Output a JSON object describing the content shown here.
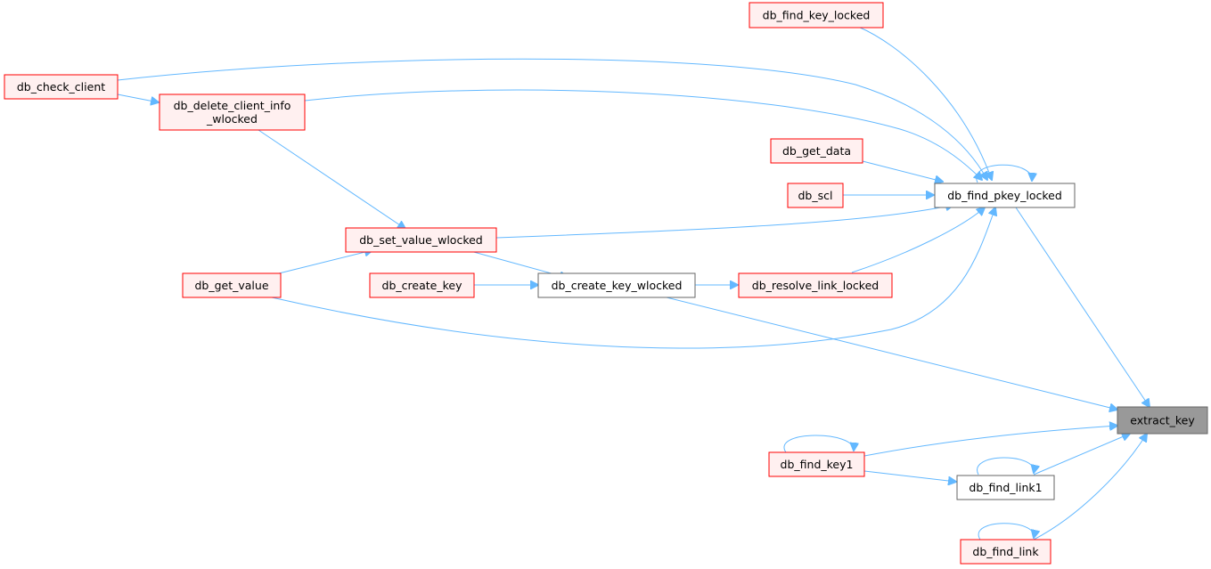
{
  "colors": {
    "edge": "#63b8ff",
    "red_border": "#ff0000",
    "red_fill": "#fff0f0",
    "gray_border": "#666666",
    "white_fill": "#ffffff",
    "root_fill": "#999999",
    "text": "#000000"
  },
  "nodes": [
    {
      "id": "extract_key",
      "lines": [
        "extract_key"
      ],
      "style": "root"
    },
    {
      "id": "db_find_key_locked",
      "lines": [
        "db_find_key_locked"
      ],
      "style": "red"
    },
    {
      "id": "db_check_client",
      "lines": [
        "db_check_client"
      ],
      "style": "red"
    },
    {
      "id": "db_delete_client_info_wlocked",
      "lines": [
        "db_delete_client_info",
        "_wlocked"
      ],
      "style": "red"
    },
    {
      "id": "db_get_data",
      "lines": [
        "db_get_data"
      ],
      "style": "red"
    },
    {
      "id": "db_scl",
      "lines": [
        "db_scl"
      ],
      "style": "red"
    },
    {
      "id": "db_find_pkey_locked",
      "lines": [
        "db_find_pkey_locked"
      ],
      "style": "gray"
    },
    {
      "id": "db_set_value_wlocked",
      "lines": [
        "db_set_value_wlocked"
      ],
      "style": "red"
    },
    {
      "id": "db_get_value",
      "lines": [
        "db_get_value"
      ],
      "style": "red"
    },
    {
      "id": "db_create_key",
      "lines": [
        "db_create_key"
      ],
      "style": "red"
    },
    {
      "id": "db_create_key_wlocked",
      "lines": [
        "db_create_key_wlocked"
      ],
      "style": "gray"
    },
    {
      "id": "db_resolve_link_locked",
      "lines": [
        "db_resolve_link_locked"
      ],
      "style": "red"
    },
    {
      "id": "db_find_key1",
      "lines": [
        "db_find_key1"
      ],
      "style": "red"
    },
    {
      "id": "db_find_link1",
      "lines": [
        "db_find_link1"
      ],
      "style": "gray"
    },
    {
      "id": "db_find_link",
      "lines": [
        "db_find_link"
      ],
      "style": "red"
    }
  ],
  "edges": [
    {
      "from": "db_find_key_locked",
      "to": "db_find_pkey_locked"
    },
    {
      "from": "db_check_client",
      "to": "db_find_pkey_locked"
    },
    {
      "from": "db_check_client",
      "to": "db_delete_client_info_wlocked"
    },
    {
      "from": "db_delete_client_info_wlocked",
      "to": "db_find_pkey_locked"
    },
    {
      "from": "db_delete_client_info_wlocked",
      "to": "db_set_value_wlocked"
    },
    {
      "from": "db_get_data",
      "to": "db_find_pkey_locked"
    },
    {
      "from": "db_scl",
      "to": "db_find_pkey_locked"
    },
    {
      "from": "db_find_pkey_locked",
      "to": "db_find_pkey_locked"
    },
    {
      "from": "db_set_value_wlocked",
      "to": "db_find_pkey_locked"
    },
    {
      "from": "db_set_value_wlocked",
      "to": "db_create_key_wlocked"
    },
    {
      "from": "db_get_value",
      "to": "db_set_value_wlocked"
    },
    {
      "from": "db_get_value",
      "to": "db_find_pkey_locked"
    },
    {
      "from": "db_create_key",
      "to": "db_create_key_wlocked"
    },
    {
      "from": "db_create_key_wlocked",
      "to": "db_resolve_link_locked"
    },
    {
      "from": "db_create_key_wlocked",
      "to": "extract_key"
    },
    {
      "from": "db_resolve_link_locked",
      "to": "db_find_pkey_locked"
    },
    {
      "from": "db_find_pkey_locked",
      "to": "extract_key"
    },
    {
      "from": "db_find_key1",
      "to": "db_find_key1"
    },
    {
      "from": "db_find_key1",
      "to": "extract_key"
    },
    {
      "from": "db_find_key1",
      "to": "db_find_link1"
    },
    {
      "from": "db_find_link1",
      "to": "db_find_link1"
    },
    {
      "from": "db_find_link1",
      "to": "extract_key"
    },
    {
      "from": "db_find_link",
      "to": "db_find_link"
    },
    {
      "from": "db_find_link",
      "to": "extract_key"
    }
  ]
}
